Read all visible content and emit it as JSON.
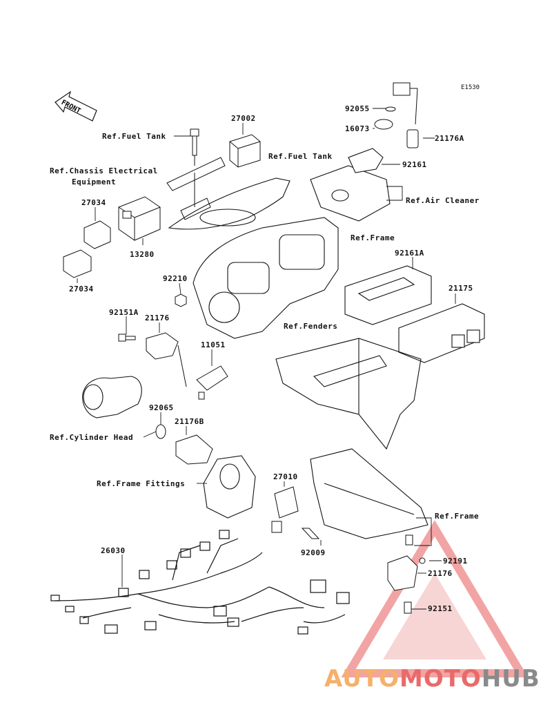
{
  "diagram_code": "E1530",
  "front_label": "FRONT",
  "labels": {
    "ref_fuel_tank_1": "Ref.Fuel Tank",
    "ref_fuel_tank_2": "Ref.Fuel Tank",
    "ref_chassis_1": "Ref.Chassis Electrical",
    "ref_chassis_2": "Equipment",
    "ref_air_cleaner": "Ref.Air Cleaner",
    "ref_frame_1": "Ref.Frame",
    "ref_fenders": "Ref.Fenders",
    "ref_cylinder_head": "Ref.Cylinder Head",
    "ref_frame_fittings": "Ref.Frame Fittings",
    "ref_frame_2": "Ref.Frame"
  },
  "part_numbers": {
    "p27002": "27002",
    "p92055": "92055",
    "p16073": "16073",
    "p21176A": "21176A",
    "p92161": "92161",
    "p27034a": "27034",
    "p13280": "13280",
    "p27034b": "27034",
    "p92161A": "92161A",
    "p92210": "92210",
    "p21175": "21175",
    "p92151A": "92151A",
    "p21176": "21176",
    "p11051": "11051",
    "p92065": "92065",
    "p21176B": "21176B",
    "p27010": "27010",
    "p26030": "26030",
    "p92009": "92009",
    "p92191": "92191",
    "p21176b": "21176",
    "p92151": "92151"
  },
  "watermark": {
    "part1": "AUTO",
    "part2": "MOTO",
    "part3": "HUB",
    "colors": {
      "auto": "#f5b06a",
      "moto": "#e96a6a",
      "hub": "#8a8a8a",
      "triangle": "#e85a5a"
    }
  }
}
